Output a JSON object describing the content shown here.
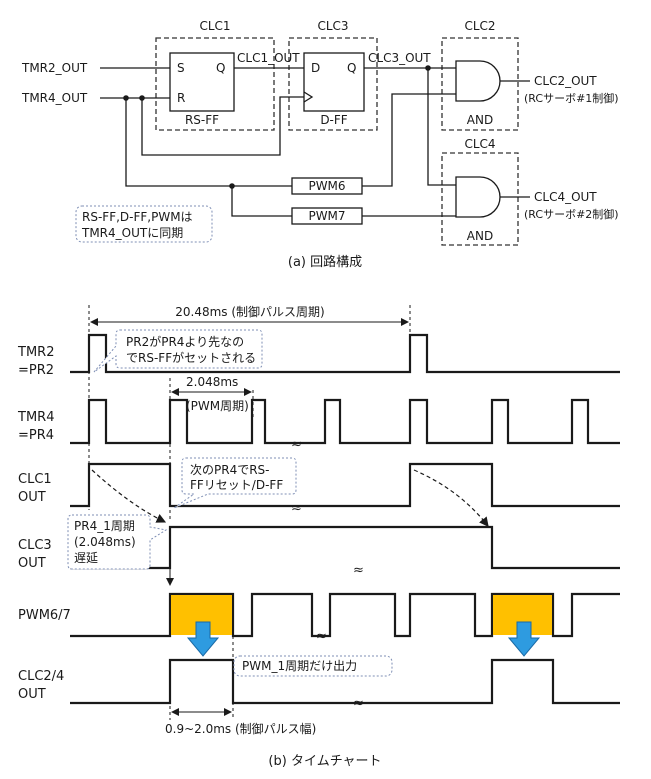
{
  "colors": {
    "line": "#1a1a1a",
    "dashed_box": "#333333",
    "highlight_fill": "#ffc000",
    "arrow_fill": "#2e9be0",
    "note_border": "#7f8fb5"
  },
  "circuit": {
    "blocks": {
      "clc1": {
        "title": "CLC1",
        "s": "S",
        "r": "R",
        "q": "Q",
        "type": "RS-FF"
      },
      "clc3": {
        "title": "CLC3",
        "d": "D",
        "q": "Q",
        "type": "D-FF"
      },
      "clc2": {
        "title": "CLC2",
        "gate": "AND"
      },
      "clc4": {
        "title": "CLC4",
        "gate": "AND"
      }
    },
    "signals": {
      "tmr2": "TMR2_OUT",
      "tmr4": "TMR4_OUT",
      "clc1_out": "CLC1_OUT",
      "clc3_out": "CLC3_OUT",
      "pwm6": "PWM6",
      "pwm7": "PWM7",
      "clc2_out": "CLC2_OUT",
      "clc2_sub": "(RCサーボ#1制御)",
      "clc4_out": "CLC4_OUT",
      "clc4_sub": "(RCサーボ#2制御)"
    },
    "note": {
      "line1": "RS-FF,D-FF,PWMは",
      "line2": "TMR4_OUTに同期"
    },
    "caption": "(a) 回路構成"
  },
  "timing": {
    "period_label": "20.48ms (制御パルス周期)",
    "pwm_period_label_a": "2.048ms",
    "pwm_period_label_b": "(PWM周期)",
    "rows": {
      "tmr2": {
        "l1": "TMR2",
        "l2": "=PR2"
      },
      "tmr4": {
        "l1": "TMR4",
        "l2": "=PR4"
      },
      "clc1": {
        "l1": "CLC1",
        "l2": "OUT"
      },
      "clc3": {
        "l1": "CLC3",
        "l2": "OUT"
      },
      "pwm": {
        "l1": "PWM6/7"
      },
      "clc24": {
        "l1": "CLC2/4",
        "l2": "OUT"
      }
    },
    "notes": {
      "pr2": {
        "l1": "PR2がPR4より先なの",
        "l2": "でRS-FFがセットされる"
      },
      "reset": {
        "l1": "次のPR4でRS-",
        "l2": "FFリセット/D-FF"
      },
      "delay": {
        "l1": "PR4_1周期",
        "l2": "(2.048ms)",
        "l3": "遅延"
      },
      "pwm_once": "PWM_1周期だけ出力"
    },
    "width_label": "0.9~2.0ms (制御パルス幅)",
    "caption": "(b) タイムチャート"
  }
}
